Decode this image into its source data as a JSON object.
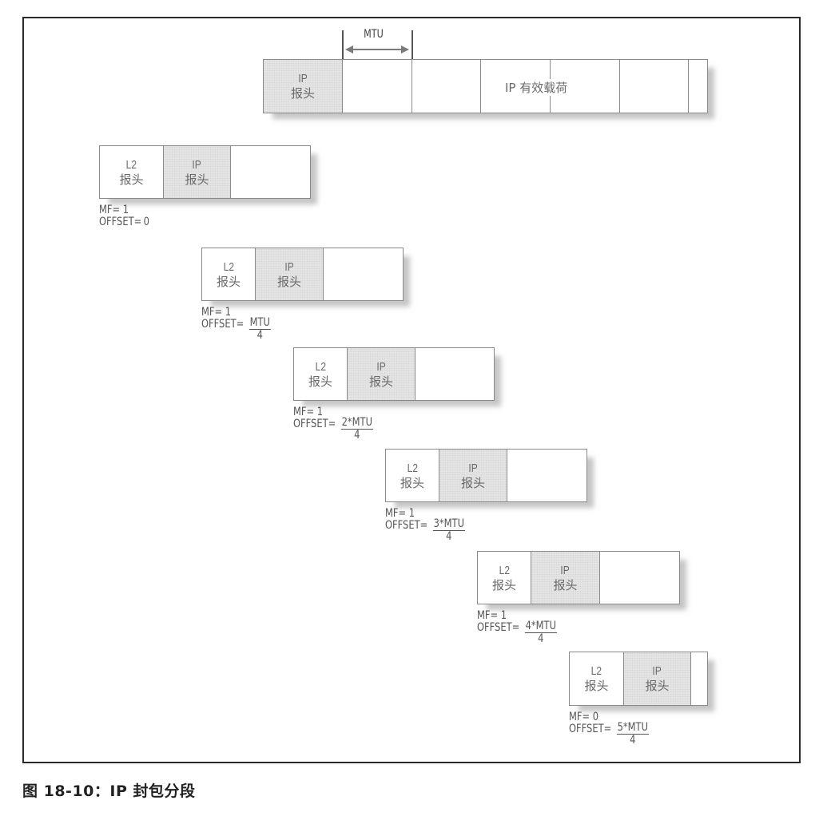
{
  "figure": {
    "caption": "图 18-10：IP 封包分段",
    "mtu_label": "MTU",
    "original_packet": {
      "header_line1": "IP",
      "header_line2": "报头",
      "payload_label": "IP 有效载荷",
      "payload_segments": 6
    },
    "fragments": [
      {
        "l2_line1": "L2",
        "l2_line2": "报头",
        "ip_line1": "IP",
        "ip_line2": "报头",
        "mf": "MF= 1",
        "offset_prefix": "OFFSET=",
        "offset_plain": "0",
        "offset_num": "",
        "offset_den": ""
      },
      {
        "l2_line1": "L2",
        "l2_line2": "报头",
        "ip_line1": "IP",
        "ip_line2": "报头",
        "mf": "MF= 1",
        "offset_prefix": "OFFSET=",
        "offset_plain": "",
        "offset_num": "MTU",
        "offset_den": "4"
      },
      {
        "l2_line1": "L2",
        "l2_line2": "报头",
        "ip_line1": "IP",
        "ip_line2": "报头",
        "mf": "MF= 1",
        "offset_prefix": "OFFSET=",
        "offset_plain": "",
        "offset_num": "2*MTU",
        "offset_den": "4"
      },
      {
        "l2_line1": "L2",
        "l2_line2": "报头",
        "ip_line1": "IP",
        "ip_line2": "报头",
        "mf": "MF= 1",
        "offset_prefix": "OFFSET=",
        "offset_plain": "",
        "offset_num": "3*MTU",
        "offset_den": "4"
      },
      {
        "l2_line1": "L2",
        "l2_line2": "报头",
        "ip_line1": "IP",
        "ip_line2": "报头",
        "mf": "MF= 1",
        "offset_prefix": "OFFSET=",
        "offset_plain": "",
        "offset_num": "4*MTU",
        "offset_den": "4"
      },
      {
        "l2_line1": "L2",
        "l2_line2": "报头",
        "ip_line1": "IP",
        "ip_line2": "报头",
        "mf": "MF= 0",
        "offset_prefix": "OFFSET=",
        "offset_plain": "",
        "offset_num": "5*MTU",
        "offset_den": "4"
      }
    ]
  }
}
